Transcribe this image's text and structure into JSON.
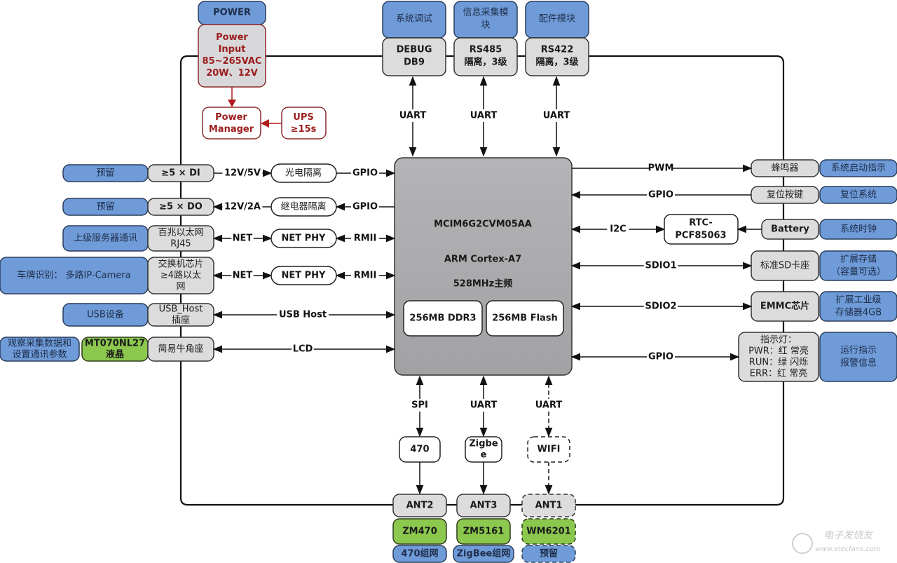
{
  "power": {
    "header": "POWER",
    "input": [
      "Power",
      "Input",
      "85~265VAC",
      "20W、12V"
    ],
    "manager": [
      "Power",
      "Manager"
    ],
    "ups": [
      "UPS",
      "≥15s"
    ]
  },
  "top_modules": [
    {
      "title": [
        "系统调试"
      ],
      "box": [
        "DEBUG",
        "DB9"
      ],
      "link": "UART"
    },
    {
      "title": [
        "信息采集模",
        "块"
      ],
      "box": [
        "RS485",
        "隔离，3级"
      ],
      "link": "UART"
    },
    {
      "title": [
        "配件模块"
      ],
      "box": [
        "RS422",
        "隔离，3级"
      ],
      "link": "UART"
    }
  ],
  "cpu": {
    "model": "MCIM6G2CVM05AA",
    "core": "ARM Cortex-A7",
    "freq": "528MHz主频",
    "ram": "256MB DDR3",
    "flash": "256MB Flash"
  },
  "left_rows": [
    {
      "func": [
        "预留"
      ],
      "port": [
        "≥5 × DI"
      ],
      "link1": "12V/5V",
      "mid": "光电隔离",
      "link2": "GPIO"
    },
    {
      "func": [
        "预留"
      ],
      "port": [
        "≥5 × DO"
      ],
      "link1": "12V/2A",
      "mid": "继电器隔离",
      "link2": "GPIO"
    },
    {
      "func": [
        "上级服务器通讯"
      ],
      "port": [
        "百兆以太网",
        "RJ45"
      ],
      "link1": "NET",
      "mid": "NET PHY",
      "link2": "RMII"
    },
    {
      "func": [
        "车牌识别：  多路IP-Camera"
      ],
      "port": [
        "交换机芯片",
        "≥4路以太",
        "网"
      ],
      "link1": "NET",
      "mid": "NET PHY",
      "link2": "RMII"
    },
    {
      "func": [
        "USB设备"
      ],
      "port": [
        "USB_Host",
        "插座"
      ],
      "link": "USB Host"
    },
    {
      "func": [
        "观察采集数据和",
        "设置通讯参数"
      ],
      "lcd": [
        "MT070NL27",
        "液晶"
      ],
      "port": [
        "简易牛角座"
      ],
      "link": "LCD"
    }
  ],
  "right_rows": [
    {
      "link": "PWM",
      "port": [
        "蜂鸣器"
      ],
      "func": [
        "系统启动指示"
      ]
    },
    {
      "link": "GPIO",
      "port": [
        "复位按键"
      ],
      "func": [
        "复位系统"
      ]
    },
    {
      "link": "I2C",
      "mid": [
        "RTC-",
        "PCF85063"
      ],
      "port": [
        "Battery"
      ],
      "func": [
        "系统时钟"
      ]
    },
    {
      "link": "SDIO1",
      "port": [
        "标准SD卡座"
      ],
      "func": [
        "扩展存储",
        "（容量可选）"
      ]
    },
    {
      "link": "SDIO2",
      "port": [
        "EMMC芯片"
      ],
      "func": [
        "扩展工业级",
        "存储器4GB"
      ]
    },
    {
      "link": "GPIO",
      "port": [
        "指示灯：",
        "PWR：红 常亮",
        "RUN：绿 闪烁",
        "ERR：红 常亮"
      ],
      "func": [
        "运行指示",
        "报警信息"
      ]
    }
  ],
  "bottom_modules": [
    {
      "link": "SPI",
      "mid": [
        "470"
      ],
      "ant": "ANT2",
      "module": "ZM470",
      "net": "470组网",
      "dashed": false
    },
    {
      "link": "UART",
      "mid": [
        "Zigbe",
        "e"
      ],
      "ant": "ANT3",
      "module": "ZM5161",
      "net": "ZigBee组网",
      "dashed": false
    },
    {
      "link": "UART",
      "mid": [
        "WIFI"
      ],
      "ant": "ANT1",
      "module": "WM6201",
      "net": "预留",
      "dashed": true
    }
  ],
  "watermark": {
    "title": "电子发烧友",
    "url": "www.elecfans.com"
  },
  "colors": {
    "blue": "#6f9bd8",
    "gray": "#dcdcdc",
    "green": "#8cc84e",
    "power_red": "#9b1c1c",
    "cpu_gray": "#a9a9ab"
  }
}
